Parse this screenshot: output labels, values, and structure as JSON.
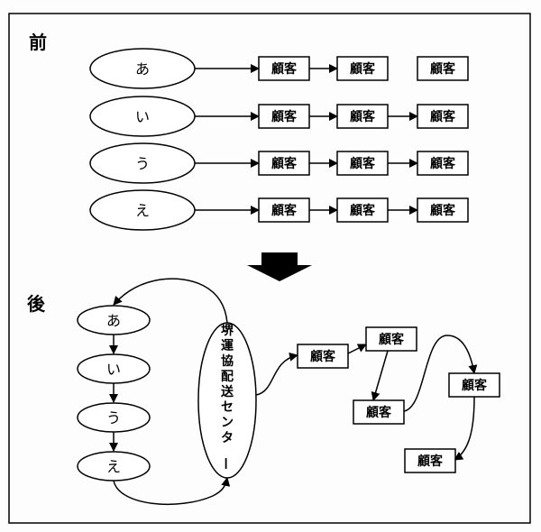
{
  "before": {
    "heading": "前",
    "rows": [
      {
        "source": "あ",
        "customers": [
          "顧客",
          "顧客",
          "顧客"
        ]
      },
      {
        "source": "い",
        "customers": [
          "顧客",
          "顧客",
          "顧客"
        ]
      },
      {
        "source": "う",
        "customers": [
          "顧客",
          "顧客",
          "顧客"
        ]
      },
      {
        "source": "え",
        "customers": [
          "顧客",
          "顧客",
          "顧客"
        ]
      }
    ]
  },
  "after": {
    "heading": "後",
    "sources": [
      "あ",
      "い",
      "う",
      "え"
    ],
    "center_label": "堺運協配送センター",
    "customers": [
      "顧客",
      "顧客",
      "顧客",
      "顧客",
      "顧客"
    ]
  }
}
